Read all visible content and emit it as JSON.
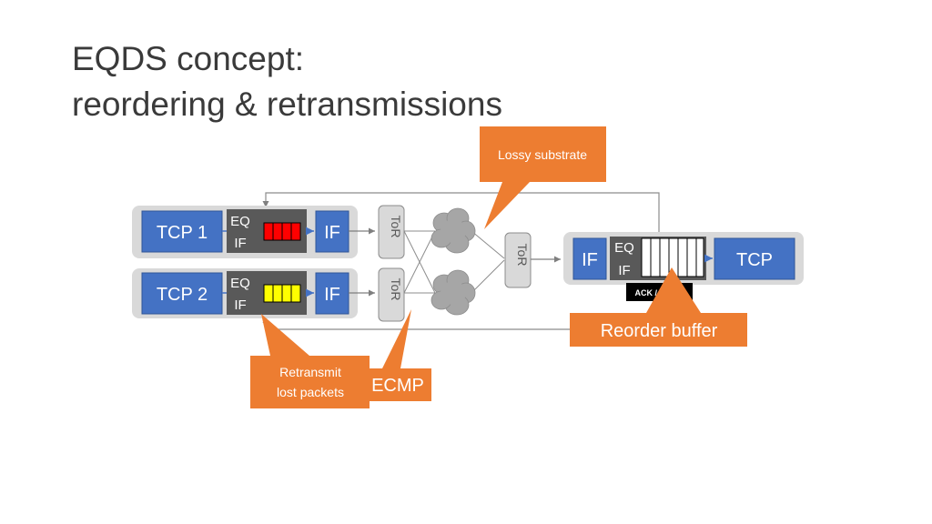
{
  "slide": {
    "title_line1": "EQDS concept:",
    "title_line2": "reordering & retransmissions"
  },
  "diagram": {
    "sender1": {
      "tcp": "TCP 1",
      "eq": "EQ",
      "eq_if": "IF",
      "nic": "IF",
      "queue_color": "#ff0000",
      "queue_slots": 4
    },
    "sender2": {
      "tcp": "TCP 2",
      "eq": "EQ",
      "eq_if": "IF",
      "nic": "IF",
      "queue_color": "#ffff00",
      "queue_slots": 4
    },
    "tor_top": "ToR",
    "tor_bottom": "ToR",
    "tor_receiver": "ToR",
    "receiver": {
      "nic": "IF",
      "eq": "EQ",
      "eq_if": "IF",
      "tcp": "TCP",
      "buffer_slots": 7
    },
    "ack_nack": "ACK / NACK",
    "callouts": {
      "lossy_substrate": "Lossy substrate",
      "reorder_buffer": "Reorder buffer",
      "retransmit_line1": "Retransmit",
      "retransmit_line2": "lost packets",
      "ecmp": "ECMP"
    },
    "colors": {
      "blue": "#4472c4",
      "dark_grey": "#595959",
      "light_grey": "#d9d9d9",
      "orange": "#ed7d31",
      "cloud": "#a6a6a6"
    }
  }
}
